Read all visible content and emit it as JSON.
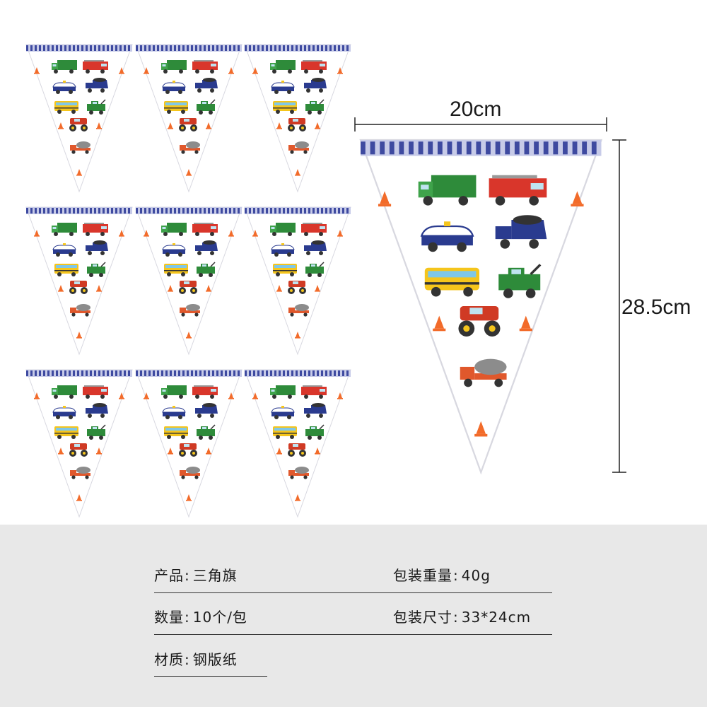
{
  "colors": {
    "stripe_blue": "#3e4aa0",
    "stripe_light": "#c7cbe8",
    "truck_green": "#2e8b3a",
    "fire_red": "#d9362b",
    "police_navy": "#2a3b8f",
    "bus_yellow": "#f5c51c",
    "monster_red": "#d03a24",
    "cone_orange": "#f26b2a",
    "panel_bg": "#e8e8e8"
  },
  "icons": [
    "traffic-cone-icon",
    "garbage-truck-icon",
    "fire-truck-icon",
    "police-car-icon",
    "dump-truck-icon",
    "school-bus-icon",
    "tow-truck-icon",
    "monster-truck-icon",
    "cement-mixer-icon"
  ],
  "dimensions": {
    "width_label": "20cm",
    "height_label": "28.5cm"
  },
  "specs": {
    "product": {
      "label": "产品",
      "value": "三角旗"
    },
    "weight": {
      "label": "包装重量",
      "value": "40g"
    },
    "quantity": {
      "label": "数量",
      "value": "10个/包"
    },
    "package_size": {
      "label": "包装尺寸",
      "value": "33*24cm"
    },
    "material": {
      "label": "材质",
      "value": "钢版纸"
    }
  }
}
